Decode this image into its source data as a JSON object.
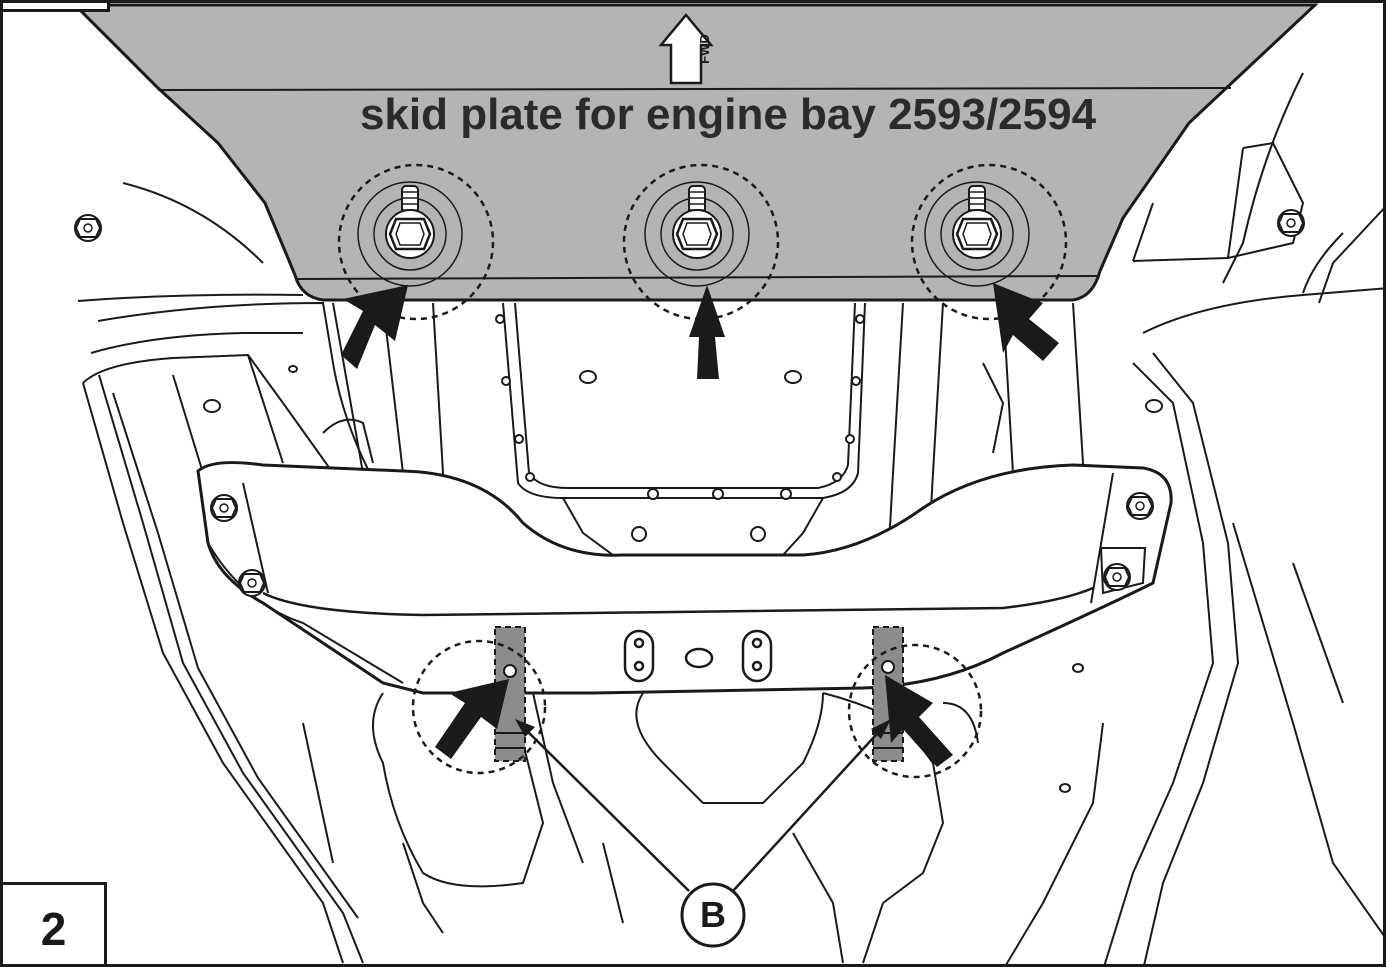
{
  "figure": {
    "step_number": "2",
    "plate_label": "skid plate for engine bay 2593/2594",
    "fwd_marker": "FWD",
    "callout_letter": "B"
  },
  "colors": {
    "plate_fill": "#b4b4b4",
    "bracket_fill": "#8c8c8c",
    "line": "#1a1a1a",
    "arrow": "#1a1a1a"
  },
  "icons": [
    "fwd-arrow-icon",
    "hex-bolt-icon",
    "pointer-arrow-icon"
  ]
}
